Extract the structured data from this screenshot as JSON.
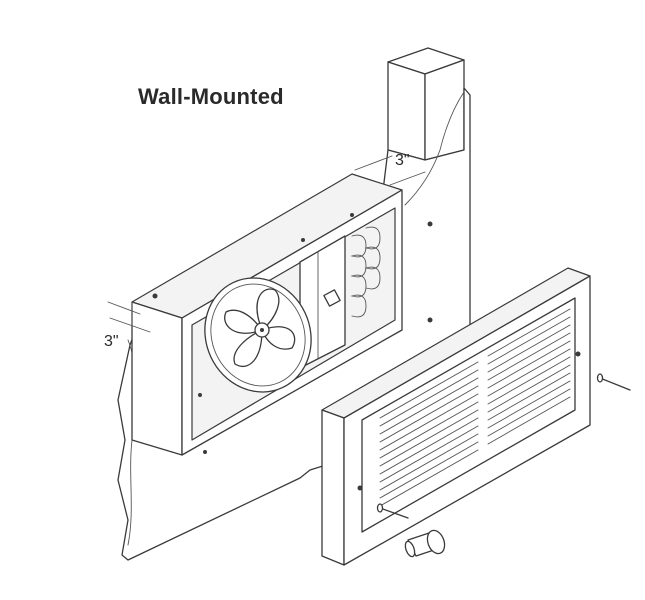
{
  "title": "Wall-Mounted",
  "dimensions": {
    "top_clearance": "3\"",
    "side_clearance": "3\""
  },
  "parts": {
    "wall": "wall-stud-icon",
    "housing": "heater-housing-icon",
    "fan": "fan-icon",
    "grille": "grille-cover-icon",
    "screw": "screw-icon",
    "knob": "thermostat-knob-icon"
  }
}
